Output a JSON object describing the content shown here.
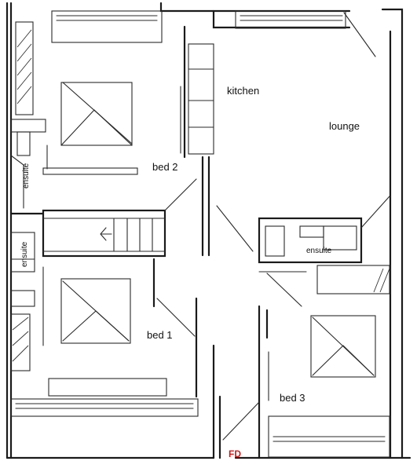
{
  "labels": {
    "kitchen": "kitchen",
    "lounge": "lounge",
    "bed2": "bed 2",
    "bed1": "bed 1",
    "bed3": "bed 3",
    "ensuite_top": "ensuite",
    "ensuite_bottom": "ensuite",
    "ensuite_mid": "ensuite",
    "front_door": "FD"
  },
  "colors": {
    "ink": "#1a1a1a",
    "front_door": "#cc1a1a",
    "paper": "#ffffff"
  }
}
